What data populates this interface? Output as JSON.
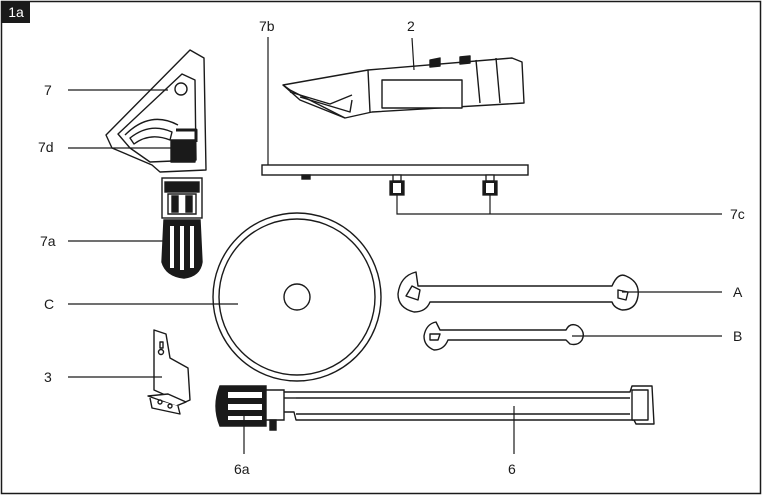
{
  "figure_id": "1a",
  "labels": {
    "p7": "7",
    "p7b": "7b",
    "p2": "2",
    "p7d": "7d",
    "p7c": "7c",
    "p7a": "7a",
    "pC": "C",
    "pA": "A",
    "pB": "B",
    "p3": "3",
    "p6a": "6a",
    "p6": "6"
  },
  "colors": {
    "line": "#1a1a1a",
    "fill_dark": "#1a1a1a",
    "fill_light": "#ffffff"
  }
}
